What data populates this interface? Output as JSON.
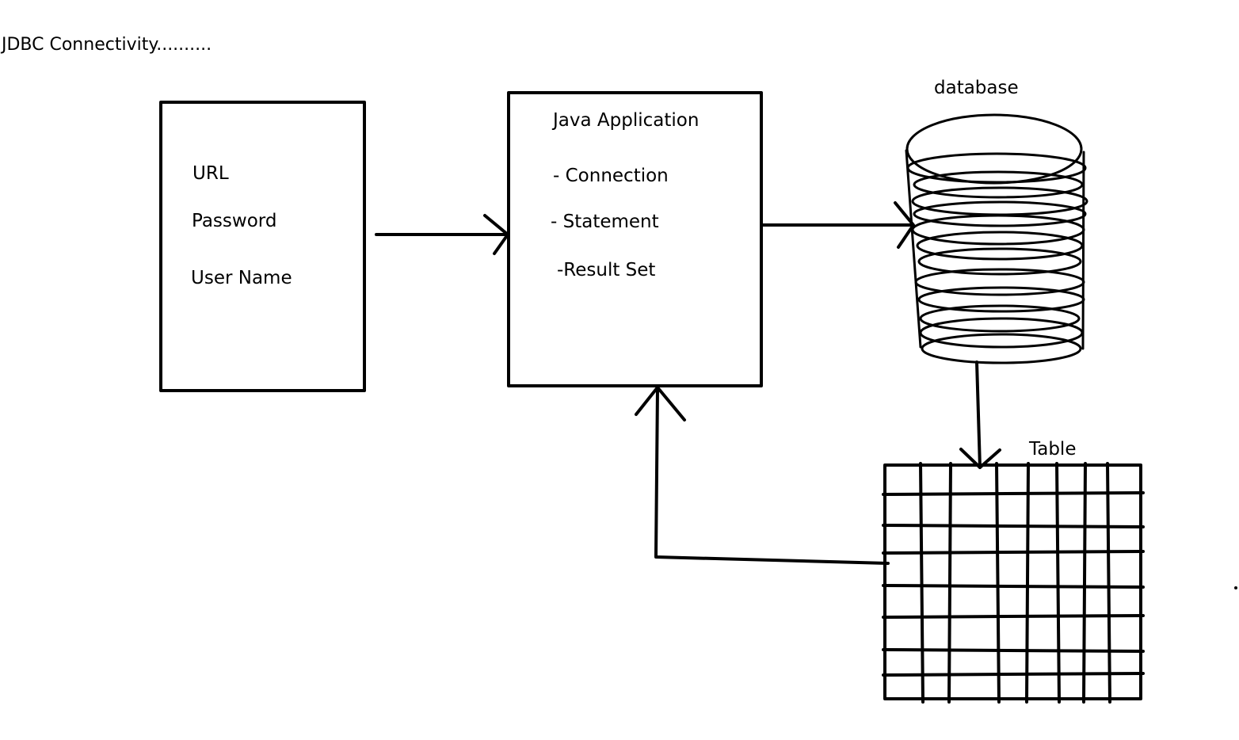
{
  "title": "JDBC Connectivity..........",
  "config_box": {
    "items": [
      "URL",
      "Password",
      "User Name"
    ]
  },
  "java_box": {
    "heading": "Java Application",
    "items": [
      "- Connection",
      "- Statement",
      "-Result Set"
    ]
  },
  "database_label": "database",
  "table_label": "Table",
  "colors": {
    "stroke": "#000000",
    "background": "#ffffff"
  }
}
